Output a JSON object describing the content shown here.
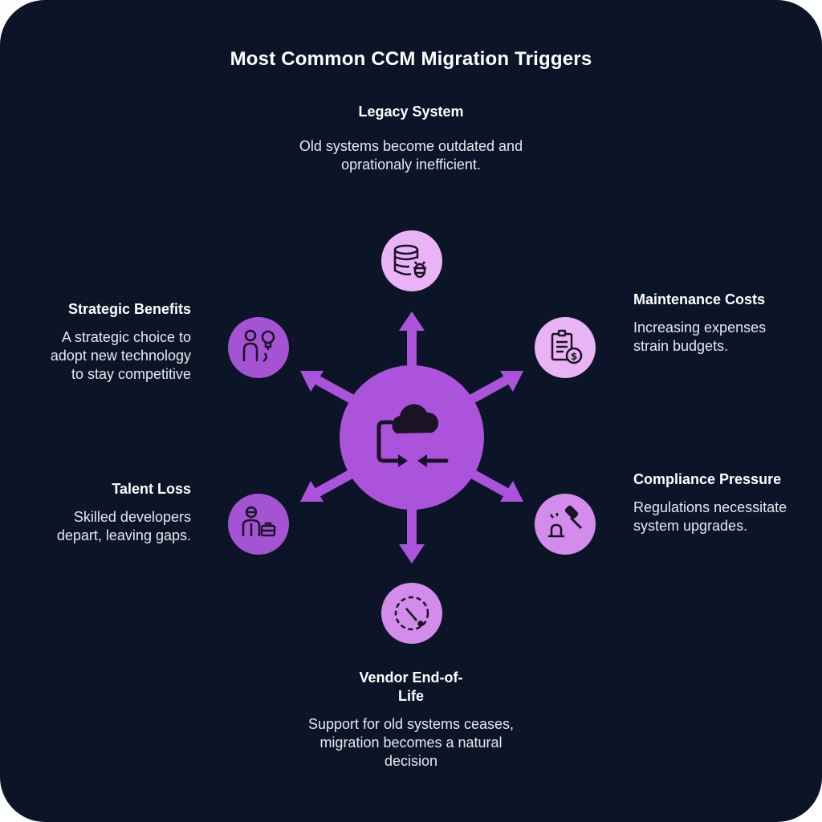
{
  "title": "Most Common CCM Migration Triggers",
  "colors": {
    "background": "#0c1528",
    "hub": "#ac53dc",
    "arrow": "#ac53dc",
    "icon_light": "#eab3f5",
    "icon_mid": "#d38ceb",
    "icon_dark": "#a453d2",
    "icon_stroke": "#1a1326"
  },
  "hub": {
    "icon": "cloud-sync-icon"
  },
  "triggers": [
    {
      "id": "legacy",
      "heading": "Legacy System",
      "description": "Old systems become outdated and oprationaly inefficient.",
      "icon": "database-bug-icon"
    },
    {
      "id": "maintenance",
      "heading": "Maintenance Costs",
      "description": "Increasing expenses strain budgets.",
      "icon": "invoice-dollar-icon"
    },
    {
      "id": "compliance",
      "heading": "Compliance Pressure",
      "description": "Regulations necessitate system upgrades.",
      "icon": "gavel-icon"
    },
    {
      "id": "vendor",
      "heading": "Vendor End-of-Life",
      "description": "Support for old systems ceases, migration becomes a natural decision",
      "icon": "timer-end-icon"
    },
    {
      "id": "talent",
      "heading": "Talent Loss",
      "description": "Skilled developers depart, leaving gaps.",
      "icon": "person-briefcase-icon"
    },
    {
      "id": "strategic",
      "heading": "Strategic Benefits",
      "description": "A strategic choice to adopt new technology to stay competitive",
      "icon": "people-idea-icon"
    }
  ]
}
